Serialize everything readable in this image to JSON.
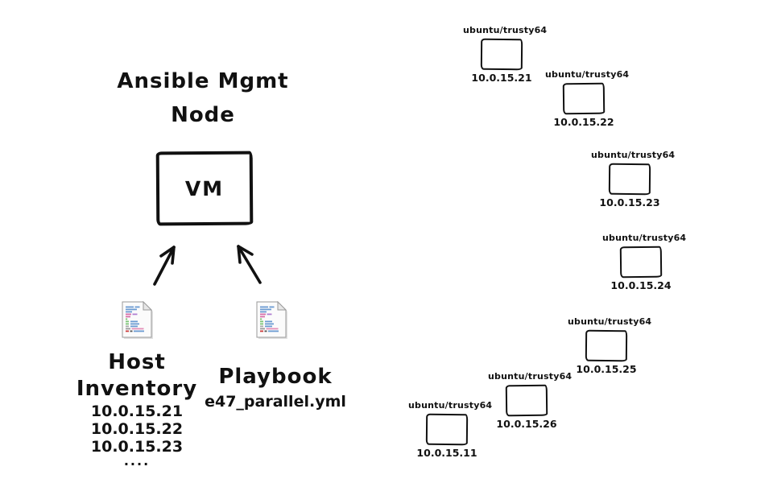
{
  "ink_color": "#111111",
  "mgmt": {
    "title_line1": "Ansible Mgmt",
    "title_line2": "Node",
    "vm_label": "VM"
  },
  "host_inventory": {
    "title_line1": "Host",
    "title_line2": "Inventory",
    "entries": [
      "10.0.15.21",
      "10.0.15.22",
      "10.0.15.23",
      "...."
    ],
    "icon": "code-file-icon"
  },
  "playbook": {
    "title": "Playbook",
    "filename": "e47_parallel.yml",
    "icon": "code-file-icon"
  },
  "target_vms": [
    {
      "image": "ubuntu/trusty64",
      "ip": "10.0.15.21"
    },
    {
      "image": "ubuntu/trusty64",
      "ip": "10.0.15.22"
    },
    {
      "image": "ubuntu/trusty64",
      "ip": "10.0.15.23"
    },
    {
      "image": "ubuntu/trusty64",
      "ip": "10.0.15.24"
    },
    {
      "image": "ubuntu/trusty64",
      "ip": "10.0.15.25"
    },
    {
      "image": "ubuntu/trusty64",
      "ip": "10.0.15.26"
    },
    {
      "image": "ubuntu/trusty64",
      "ip": "10.0.15.11"
    }
  ]
}
